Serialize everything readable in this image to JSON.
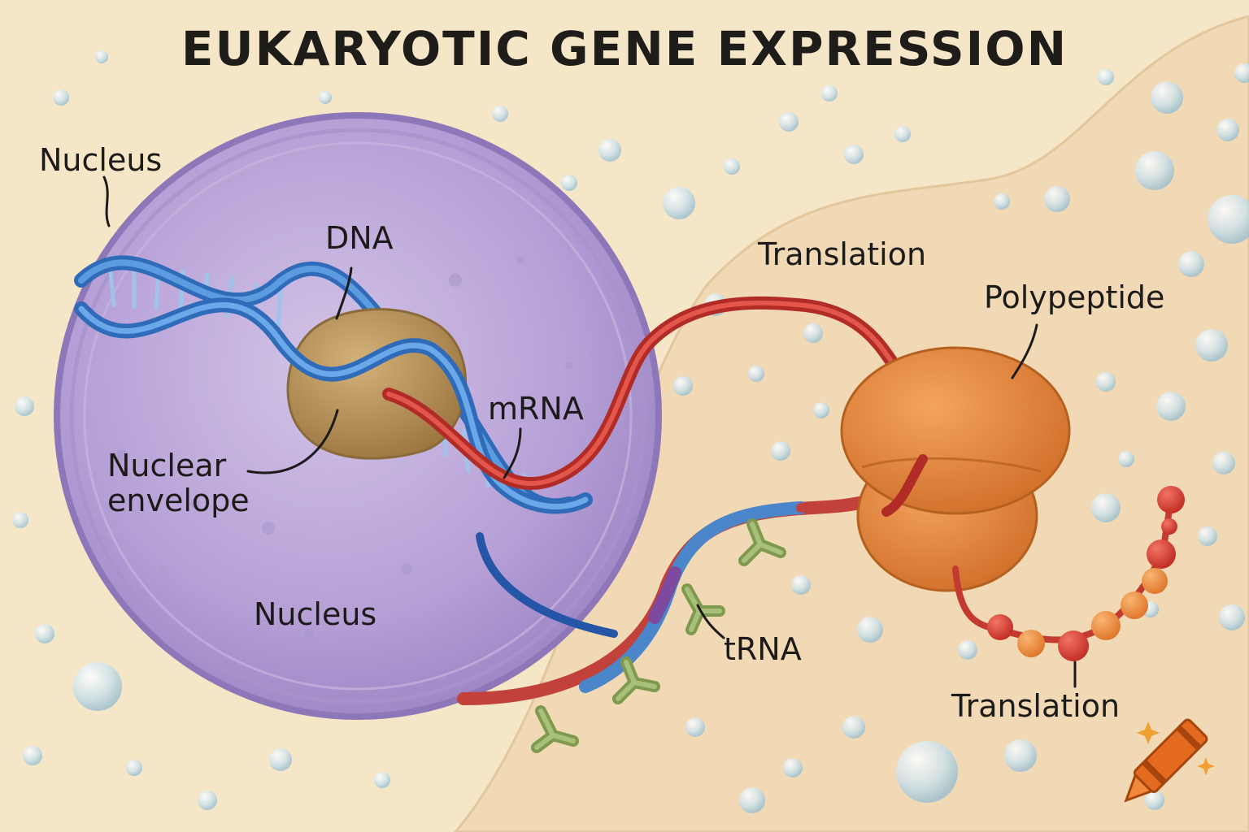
{
  "title": "EUKARYOTIC GENE EXPRESSION",
  "labels": {
    "nucleus_top": "Nucleus",
    "dna": "DNA",
    "mrna": "mRNA",
    "nuclear_line1": "Nuclear",
    "nuclear_line2": "envelope",
    "nucleus_bottom": "Nucleus",
    "translation_top": "Translation",
    "polypeptide": "Polypeptide",
    "trna": "tRNA",
    "translation_bottom": "Translation"
  },
  "colors": {
    "background": "#f5e6c8",
    "cytoplasm": "#f0d9b4",
    "nucleus": "#b9a3d6",
    "dna": "#3f7fd0",
    "mrna": "#cc3a33",
    "ribosome": "#e8853a",
    "trna": "#94ad63",
    "chromatin": "#b58f59"
  },
  "icons": {
    "logo": "crayon-icon"
  }
}
